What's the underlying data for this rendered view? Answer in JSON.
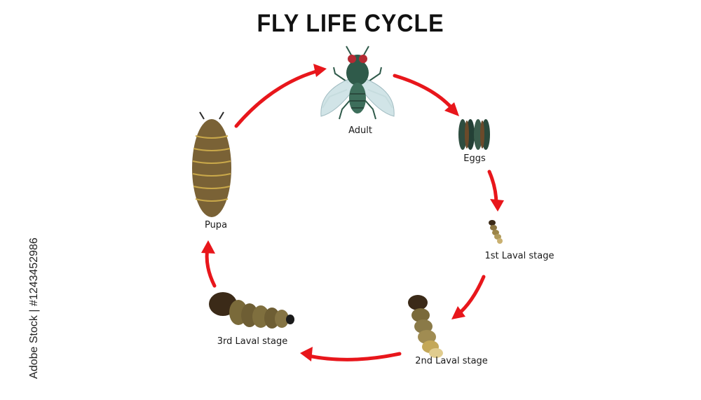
{
  "title": "FLY LIFE CYCLE",
  "stages": [
    {
      "label": "Adult"
    },
    {
      "label": "Eggs"
    },
    {
      "label": "1st Laval stage"
    },
    {
      "label": "2nd Laval stage"
    },
    {
      "label": "3rd Laval stage"
    },
    {
      "label": "Pupa"
    }
  ],
  "side_credit": "Adobe Stock | #1243452986",
  "colors": {
    "arrow": "#e8161b",
    "fly_body": "#2f5a4a",
    "fly_wing": "#cfe3e6",
    "fly_eye": "#b52a33",
    "egg": "#2e4d40",
    "egg_stripe": "#6b4a2a",
    "larva_head": "#3b2a18",
    "larva_body": "#7a6a3a",
    "pupa": "#7a6236",
    "pupa_band": "#c9a84a"
  }
}
